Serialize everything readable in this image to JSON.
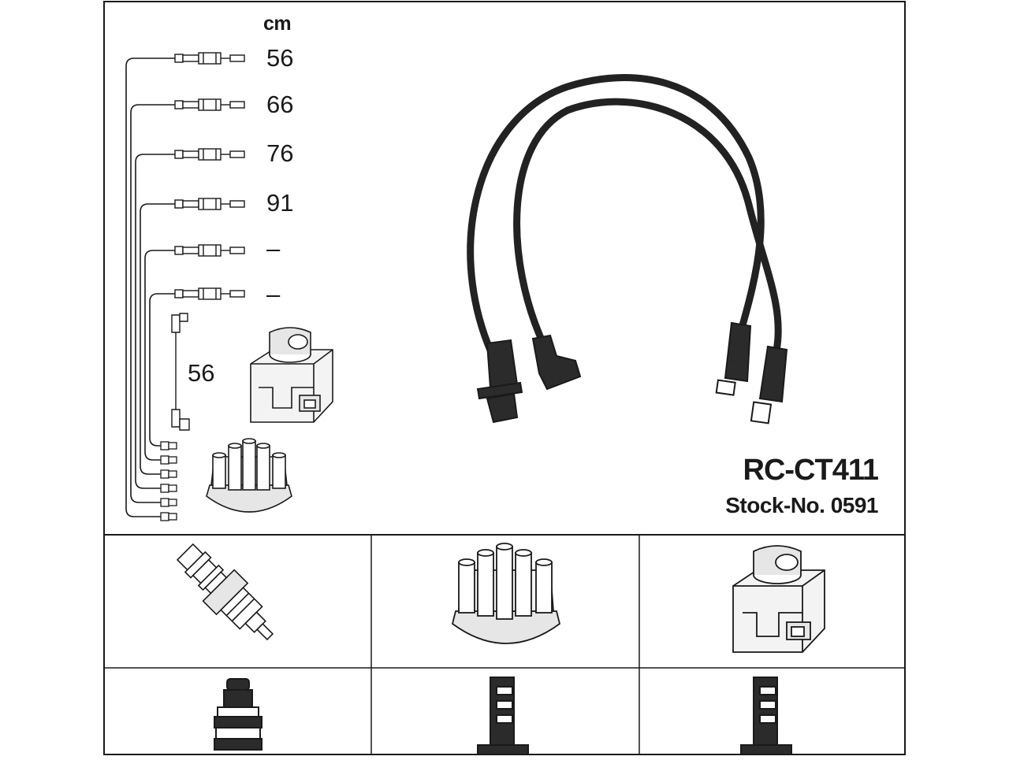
{
  "header": {
    "unit_label": "cm"
  },
  "cable_lengths": [
    {
      "label": "56"
    },
    {
      "label": "66"
    },
    {
      "label": "76"
    },
    {
      "label": "91"
    },
    {
      "label": "–"
    },
    {
      "label": "–"
    }
  ],
  "coil_cable": {
    "label": "56"
  },
  "product": {
    "model": "RC-CT411",
    "stock_number": "Stock-No. 0591"
  },
  "bottom_panels": [
    {
      "top_icon": "spark-plug-icon",
      "bottom_icon": "plug-boot-connector-icon"
    },
    {
      "top_icon": "distributor-cap-icon",
      "bottom_icon": "distributor-terminal-icon"
    },
    {
      "top_icon": "ignition-coil-icon",
      "bottom_icon": "coil-terminal-icon"
    }
  ],
  "colors": {
    "line": "#1a1a1a",
    "cable": "#222222",
    "background": "#ffffff",
    "shade": "#d9d9d9"
  }
}
